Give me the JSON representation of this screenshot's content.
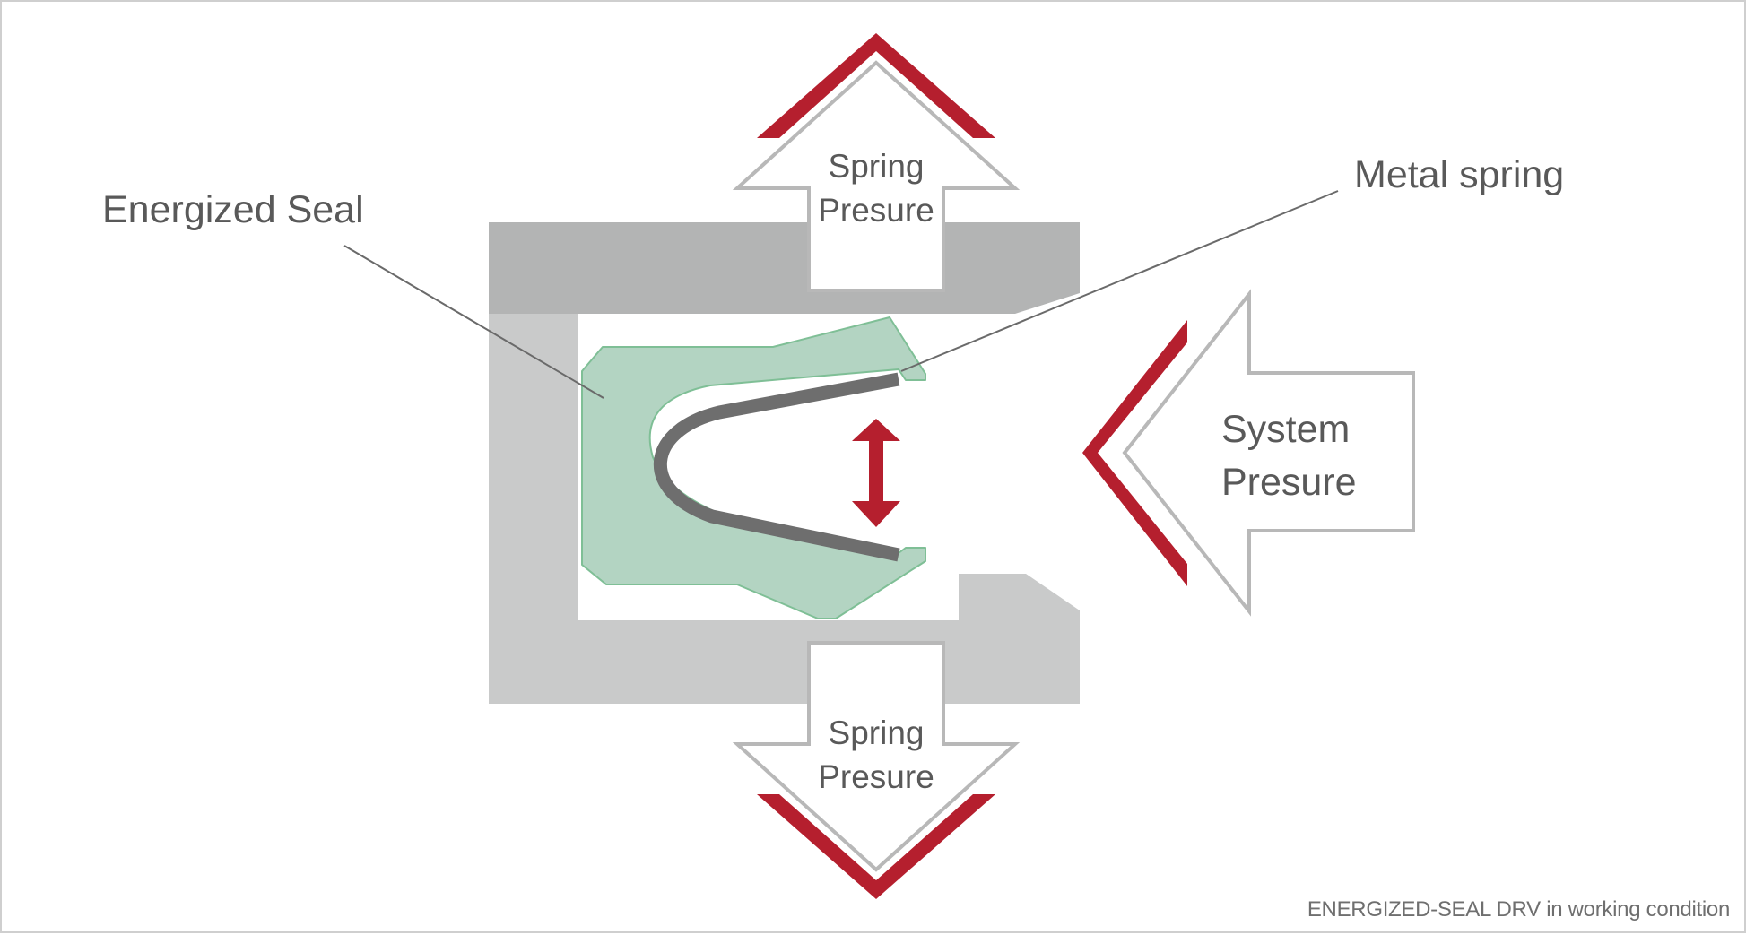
{
  "labels": {
    "energized_seal": "Energized Seal",
    "metal_spring": "Metal spring",
    "top_arrow_line1": "Spring",
    "top_arrow_line2": "Presure",
    "bottom_arrow_line1": "Spring",
    "bottom_arrow_line2": "Presure",
    "system_line1": "System",
    "system_line2": "Presure"
  },
  "caption": "ENERGIZED-SEAL DRV  in working condition",
  "colors": {
    "housing_dark": "#b3b4b4",
    "housing_light": "#c9caca",
    "seal_fill": "#b3d4c2",
    "seal_stroke": "#7fbf96",
    "spring": "#6e6e6e",
    "accent_red": "#b51f2e",
    "arrow_outline": "#b8b8b8",
    "leader_line": "#6a6a6a",
    "text": "#595959"
  },
  "icons": {
    "spring_pressure_up": "arrow-up-outline-icon",
    "spring_pressure_down": "arrow-down-outline-icon",
    "system_pressure": "arrow-left-outline-icon",
    "movement": "double-arrow-vertical-icon"
  }
}
